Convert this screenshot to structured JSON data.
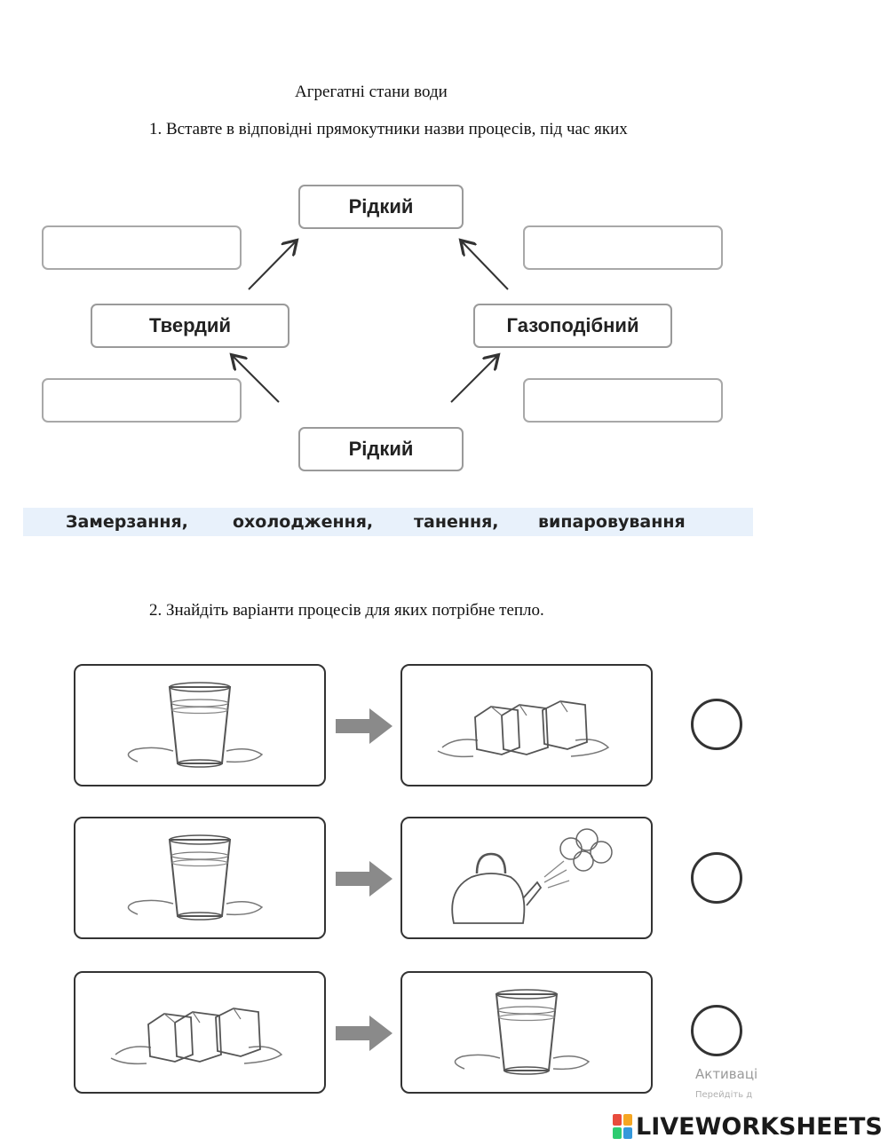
{
  "title": "Агрегатні стани води",
  "task1": {
    "text": "1.  Вставте в відповідні прямокутники назви процесів,  під час яких",
    "states": {
      "top": "Рідкий",
      "left": "Твердий",
      "right": "Газоподібний",
      "bottom": "Рідкий"
    },
    "word_bank": [
      "Замерзання,",
      "охолодження,",
      "танення,",
      "випаровування"
    ]
  },
  "task2": {
    "text": "2.  Знайдіть варіанти процесів для яких потрібне тепло."
  },
  "watermark": {
    "activate": "Активаці",
    "activate_sub": "Перейдіть д",
    "brand": "LIVEWORKSHEETS",
    "badge_colors": [
      "#e84c3d",
      "#f5a623",
      "#2ecc71",
      "#3498db"
    ]
  }
}
